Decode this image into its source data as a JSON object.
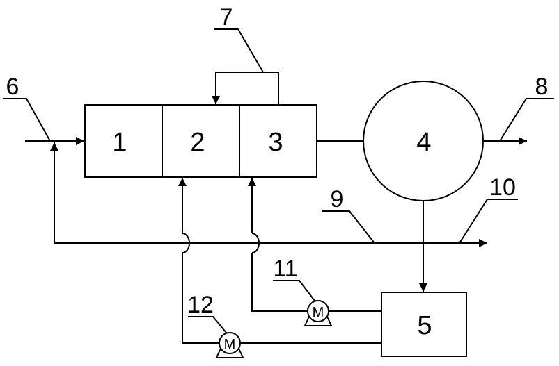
{
  "units": {
    "u1": "1",
    "u2": "2",
    "u3": "3",
    "u4": "4",
    "u5": "5"
  },
  "labels": {
    "l6": "6",
    "l7": "7",
    "l8": "8",
    "l9": "9",
    "l10": "10",
    "l11": "11",
    "l12": "12"
  },
  "pump_symbol": "M"
}
